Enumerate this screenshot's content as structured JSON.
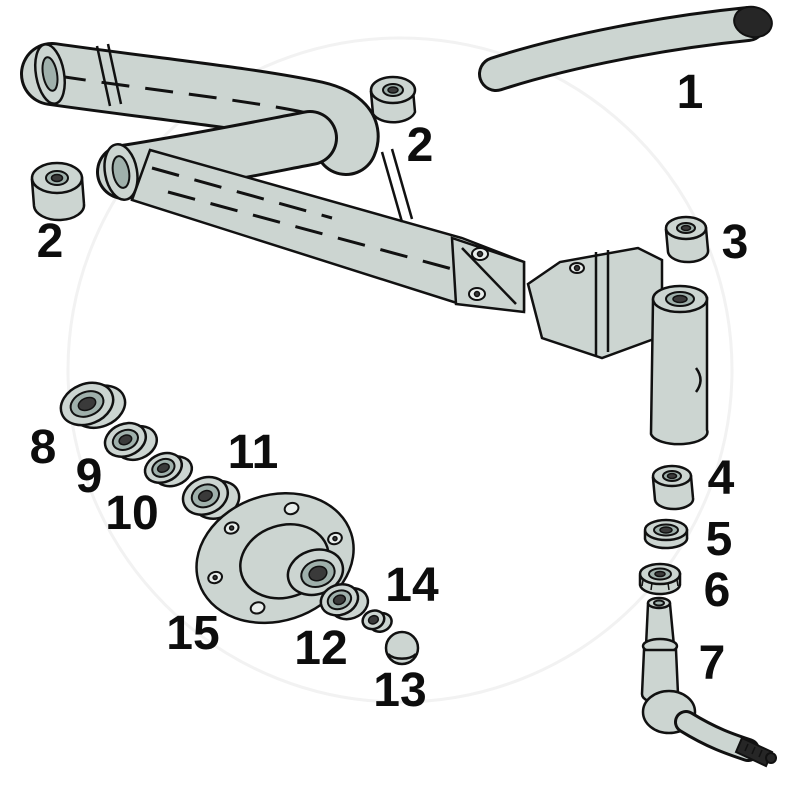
{
  "diagram": {
    "type": "exploded-parts-diagram",
    "background": "#ffffff",
    "colors": {
      "part_fill": "#ccd5d1",
      "part_fill_dark": "#9fb0ab",
      "hole_dark": "#3a3a3a",
      "bolt_hole_fill": "#e9eeec",
      "outline": "#111111",
      "tip_dark": "#262626",
      "watermark": "#f2f2f2"
    },
    "labels": [
      "1",
      "2",
      "2",
      "3",
      "4",
      "5",
      "6",
      "7",
      "8",
      "9",
      "10",
      "11",
      "12",
      "13",
      "14",
      "15"
    ]
  }
}
